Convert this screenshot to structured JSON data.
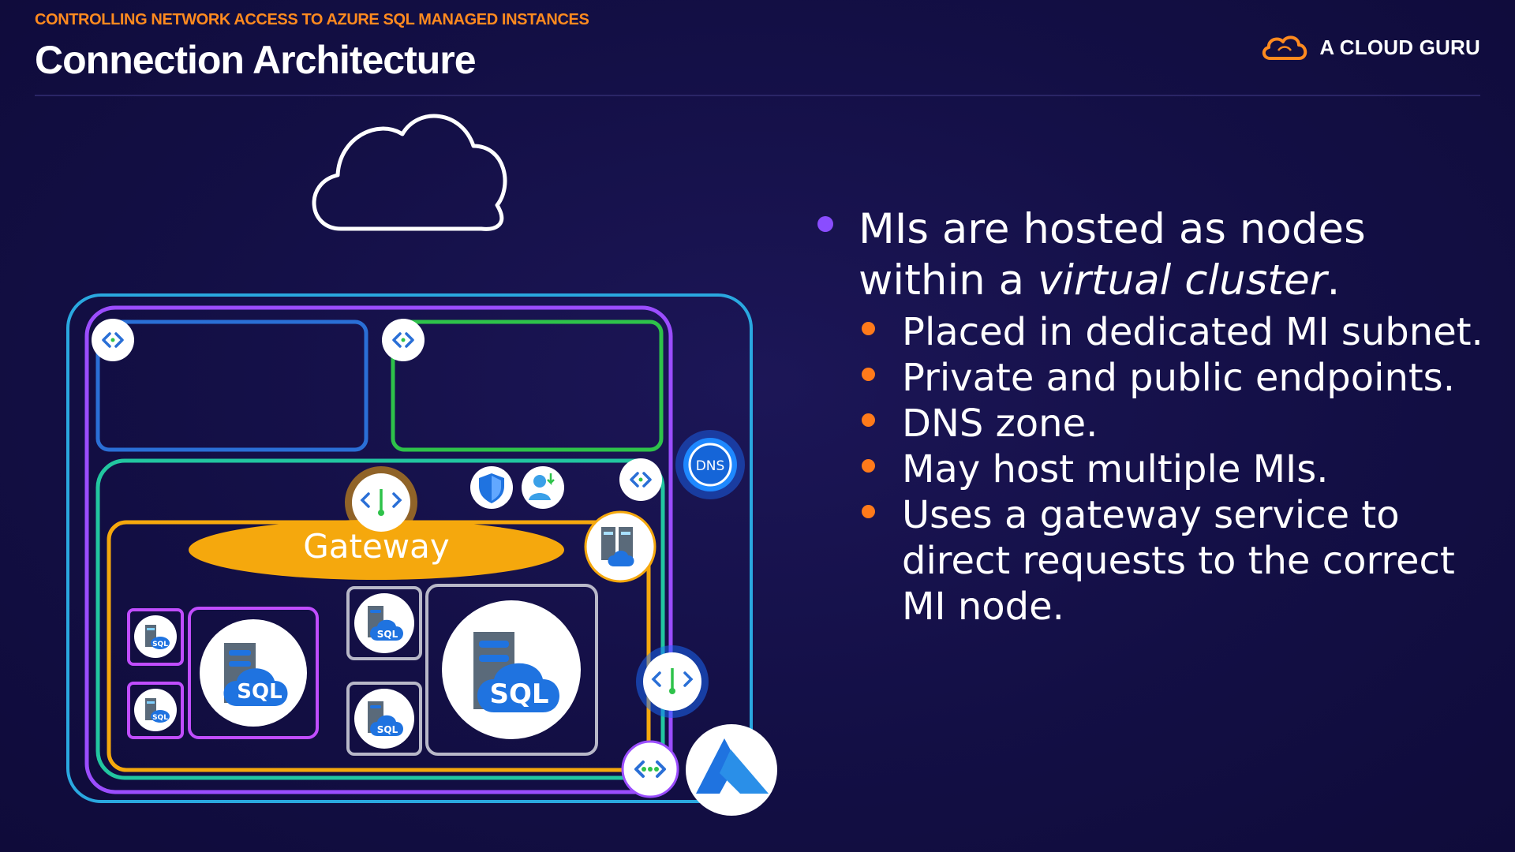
{
  "header": {
    "kicker": "CONTROLLING NETWORK ACCESS TO AZURE SQL MANAGED INSTANCES",
    "title": "Connection Architecture"
  },
  "brand": {
    "name": "A CLOUD GURU",
    "icon": "cloud-logo-icon"
  },
  "diagram": {
    "gateway_label": "Gateway",
    "dns_label": "DNS",
    "sql_label": "SQL",
    "colors": {
      "outer_vnet": "#2aa8e0",
      "virtual_cluster": "#9b4dff",
      "subnet_blue": "#2a6fd6",
      "subnet_green": "#2ec24a",
      "mi_subnet": "#22c6a0",
      "gateway": "#f5a80d",
      "node_border_purple": "#c04dff",
      "node_border_gray": "#b8b8c8"
    },
    "icons": [
      "cloud-icon",
      "endpoint-icon",
      "dns-icon",
      "shield-icon",
      "user-icon",
      "gateway-icon",
      "server-cloud-icon",
      "sql-server-icon",
      "azure-logo-icon"
    ]
  },
  "bullets": {
    "main_before": "MIs are hosted as nodes within a ",
    "main_em": "virtual cluster",
    "main_after": ".",
    "items": [
      "Placed in dedicated MI subnet.",
      "Private and public endpoints.",
      "DNS zone.",
      "May host multiple MIs.",
      "Uses a gateway service to direct requests to the correct MI node."
    ]
  }
}
